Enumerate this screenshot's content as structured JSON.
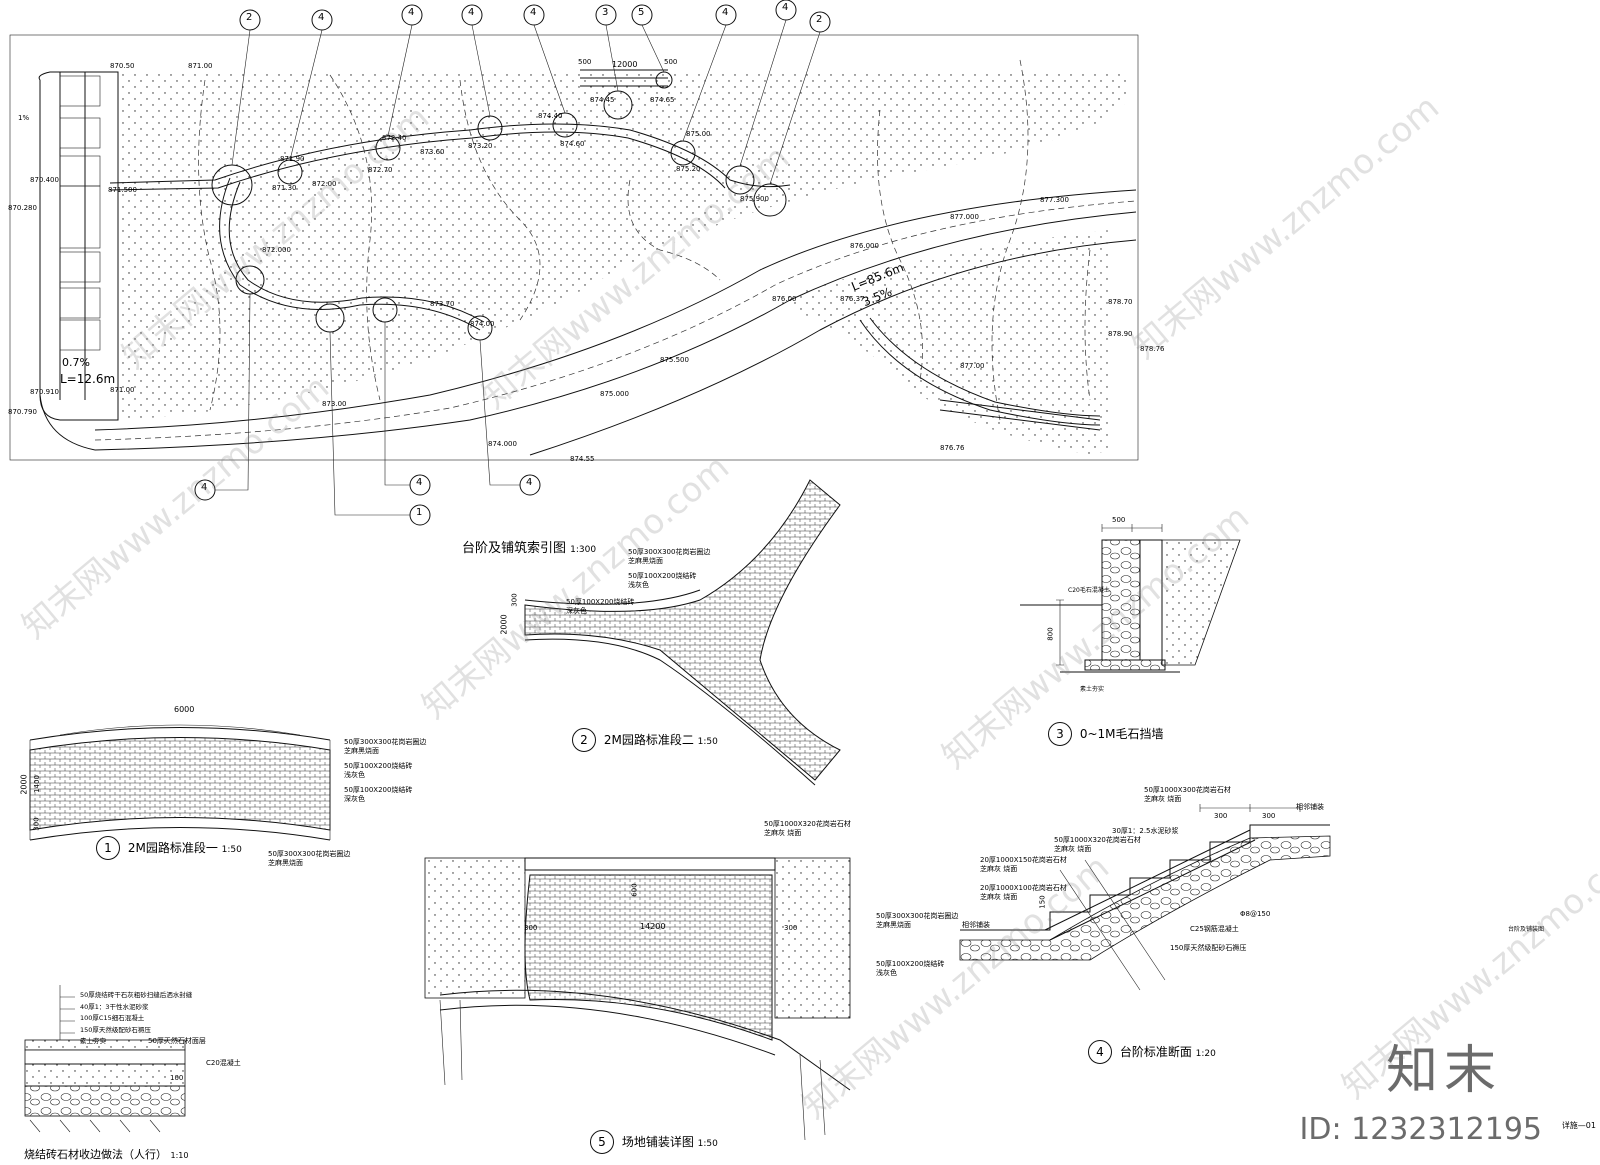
{
  "titles": {
    "index_plan": "台阶及铺筑索引图",
    "index_scale": "1:300",
    "road1": "2M园路标准段一",
    "road1_scale": "1:50",
    "road2": "2M园路标准段二",
    "road2_scale": "1:50",
    "wall": "0~1M毛石挡墙",
    "step": "台阶标准断面",
    "step_scale": "1:20",
    "plaza": "场地铺装详图",
    "plaza_scale": "1:50",
    "edge": "烧结砖石材收边做法（人行）",
    "edge_scale": "1:10"
  },
  "detail_numbers": {
    "d1": "1",
    "d2": "2",
    "d3": "3",
    "d4": "4",
    "d5": "5"
  },
  "callouts_top": [
    "2",
    "4",
    "4",
    "4",
    "4",
    "3",
    "5",
    "4",
    "4",
    "2"
  ],
  "callouts_bottom": [
    "4",
    "4",
    "1",
    "4"
  ],
  "elevations": [
    "870.50",
    "871.00",
    "870.400",
    "870.280",
    "870.910",
    "870.790",
    "871.500",
    "871.90",
    "871.30",
    "872.00",
    "872.40",
    "872.70",
    "873.20",
    "873.60",
    "874.40",
    "874.60",
    "874.45",
    "874.65",
    "875.00",
    "875.20",
    "875.900",
    "876.000",
    "876.37",
    "877.000",
    "877.300",
    "878.70",
    "878.90",
    "878.76",
    "874.000",
    "874.55",
    "875.500",
    "875.000",
    "872.000",
    "871.00",
    "873.00",
    "873.70",
    "874.00",
    "877.00",
    "876.76",
    "876.00"
  ],
  "plan_dims": {
    "d12000": "12000",
    "d500a": "500",
    "d500b": "500"
  },
  "slopes": {
    "s1": "0.7%",
    "len1": "L=12.6m",
    "len2": "L=85.6m",
    "s2": "3.5%",
    "one": "1%"
  },
  "road1_notes": {
    "n1": "50厚300X300花岗岩圈边",
    "n1b": "芝麻黑烧面",
    "n2": "50厚100X200烧结砖",
    "n2b": "浅灰色",
    "n3": "50厚100X200烧结砖",
    "n3b": "深灰色",
    "n4": "50厚300X300花岗岩圈边",
    "n4b": "芝麻黑烧面",
    "width": "6000",
    "d2000": "2000",
    "d1400": "1400",
    "d300": "300"
  },
  "road2_notes": {
    "n1": "50厚300X300花岗岩圈边",
    "n1b": "芝麻黑烧面",
    "n2": "50厚100X200烧结砖",
    "n2b": "浅灰色",
    "n3": "50厚100X200烧结砖",
    "n3b": "深灰色",
    "d2000": "2000",
    "d300": "300"
  },
  "wall_notes": {
    "w500": "500",
    "h800": "800",
    "note1": "C20毛石混凝土",
    "note2": "素土夯实"
  },
  "plaza_notes": {
    "n1": "50厚1000X320花岗岩石材",
    "n1b": "芝麻灰 烧面",
    "n2": "50厚300X300花岗岩圈边",
    "n2b": "芝麻黑烧面",
    "n3": "50厚100X200烧结砖",
    "n3b": "浅灰色",
    "d600": "600",
    "d300a": "300",
    "d300b": "300",
    "d14200": "14200"
  },
  "step_notes": {
    "n1": "50厚1000X300花岗岩石材",
    "n1b": "芝麻灰 烧面",
    "n2": "30厚1：2.5水泥砂浆",
    "n3": "50厚1000X320花岗岩石材",
    "n3b": "芝麻灰 烧面",
    "n4": "20厚1000X150花岗岩石材",
    "n4b": "芝麻灰 烧面",
    "n5": "20厚1000X100花岗岩石材",
    "n5b": "芝麻灰 烧面",
    "n6": "C25钢筋混凝土",
    "n7": "150厚天然级配砂石褥压",
    "n8": "相邻铺装",
    "n9": "相邻铺装",
    "n10": "Φ8@150",
    "d300a": "300",
    "d300b": "300",
    "d150": "150",
    "side_tag": "台阶及铺装图"
  },
  "edge_notes": {
    "n1": "50厚烧结砖干石灰粗砂扫缝后洒水封缝",
    "n2": "40厚1：3干性水泥砂浆",
    "n3": "100厚C15细石混凝土",
    "n4": "150厚天然级配砂石褥压",
    "n5": "素土夯实",
    "n6": "50厚天然石材面层",
    "n7": "C20混凝土",
    "d100": "100"
  },
  "watermarks": [
    "知末网www.znzmo.com",
    "知末网www.znzmo.com",
    "知末网www.znzmo.com",
    "知末网www.znzmo.com",
    "知末网www.znzmo.com",
    "知末网www.znzmo.com",
    "知末网www.znzmo.com",
    "知末网www.znzmo.com"
  ],
  "brand": {
    "logo": "知末",
    "id": "ID: 1232312195",
    "corner": "详施—01"
  }
}
